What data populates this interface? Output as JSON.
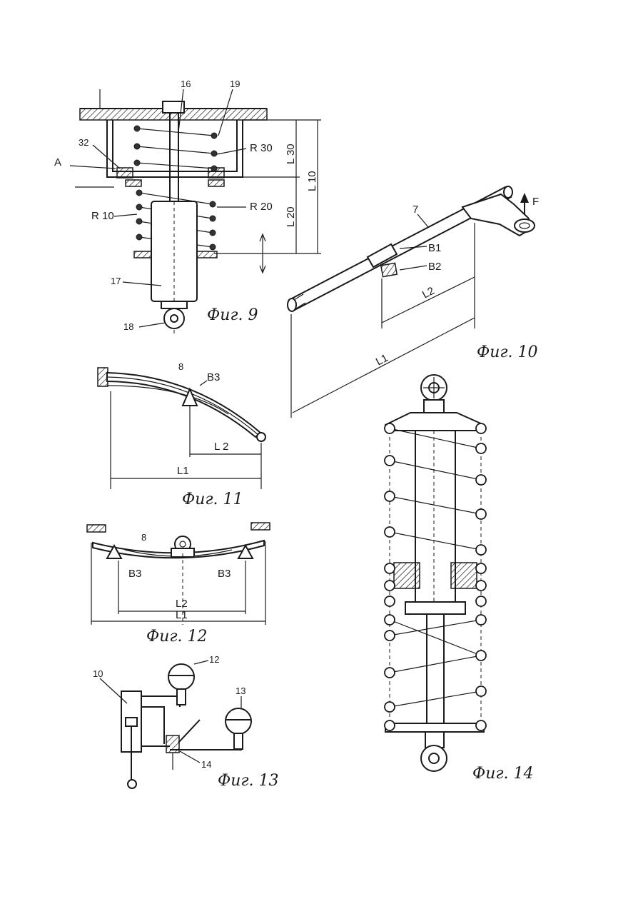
{
  "fig9": {
    "caption": "Фиг. 9",
    "labels": {
      "p16": "16",
      "p19": "19",
      "p32": "32",
      "pA": "A",
      "r30": "R 30",
      "r20": "R 20",
      "r10": "R 10",
      "p17": "17",
      "p18": "18",
      "l30": "L 30",
      "l10": "L 10",
      "l20": "L 20"
    }
  },
  "fig10": {
    "caption": "Фиг. 10",
    "labels": {
      "p7": "7",
      "force": "F",
      "b1": "B1",
      "b2": "B2",
      "l2": "L2",
      "l1": "L1"
    }
  },
  "fig11": {
    "caption": "Фиг. 11",
    "labels": {
      "p8": "8",
      "b3": "B3",
      "l2": "L 2",
      "l1": "L1"
    }
  },
  "fig12": {
    "caption": "Фиг. 12",
    "labels": {
      "p8": "8",
      "b3_left": "B3",
      "b3_right": "B3",
      "l2": "L2",
      "l1": "L1"
    }
  },
  "fig13": {
    "caption": "Фиг. 13",
    "labels": {
      "p10": "10",
      "p12": "12",
      "p13": "13",
      "p14": "14"
    }
  },
  "fig14": {
    "caption": "Фиг. 14"
  }
}
